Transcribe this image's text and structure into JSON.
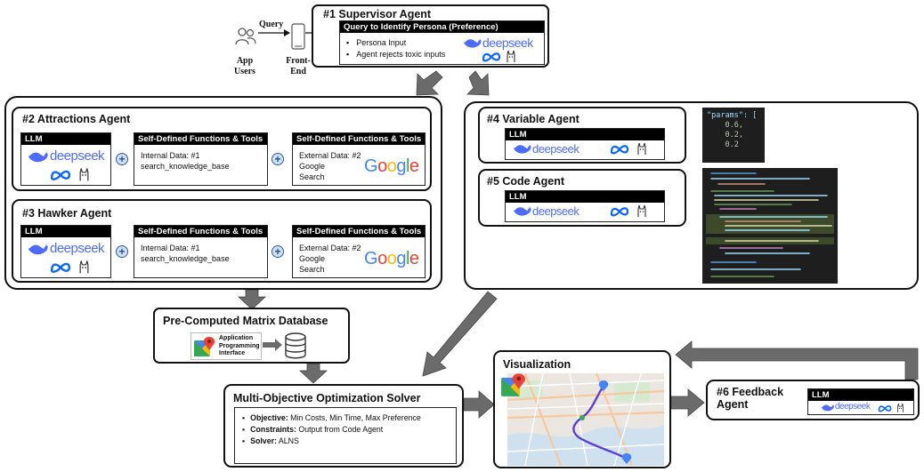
{
  "colors": {
    "deepseek": "#4d6bfe",
    "meta": "#0866ff",
    "arrow_gray": "#6b6b6b",
    "code_bg": "#1e1e1e"
  },
  "icons": [
    "users-icon",
    "phone-icon",
    "deepseek-icon",
    "meta-icon",
    "llama-icon",
    "google-maps-pin-icon",
    "database-icon"
  ],
  "front": {
    "app_users": [
      "App",
      "Users"
    ],
    "query_label": "Query",
    "front_end": [
      "Front-",
      "End"
    ]
  },
  "supervisor": {
    "title": "#1  Supervisor Agent",
    "header": "Query to Identify Persona (Preference)",
    "bullets": [
      "Persona Input",
      "Agent rejects toxic inputs"
    ],
    "logo_text": "deepseek"
  },
  "attractions": {
    "title": "#2 Attractions Agent",
    "llm_label": "LLM",
    "logo_text": "deepseek",
    "plus": "+",
    "tools1": {
      "header": "Self-Defined Functions & Tools",
      "lines": [
        "Internal Data: #1",
        "search_knowledge_base"
      ]
    },
    "tools2": {
      "header": "Self-Defined Functions & Tools",
      "lines": [
        "External Data: #2",
        "Google",
        "Search"
      ],
      "logo": "Google"
    }
  },
  "hawker": {
    "title": "#3 Hawker Agent",
    "llm_label": "LLM",
    "logo_text": "deepseek",
    "plus": "+",
    "tools1": {
      "header": "Self-Defined Functions & Tools",
      "lines": [
        "Internal Data: #1",
        "search_knowledge_base"
      ]
    },
    "tools2": {
      "header": "Self-Defined Functions & Tools",
      "lines": [
        "External Data: #2",
        "Google",
        "Search"
      ],
      "logo": "Google"
    }
  },
  "variable": {
    "title": "#4 Variable Agent",
    "llm_label": "LLM",
    "logo_text": "deepseek",
    "code": [
      "\"params\": [",
      "    0.6,",
      "    0.2,",
      "    0.2"
    ]
  },
  "codeagent": {
    "title": "#5 Code Agent",
    "llm_label": "LLM",
    "logo_text": "deepseek"
  },
  "matrix": {
    "title": "Pre-Computed Matrix Database",
    "api_lines": [
      "Application",
      "Programming",
      "Interface"
    ]
  },
  "solver": {
    "title": "Multi-Objective Optimization Solver",
    "items": [
      {
        "label": "Objective:",
        "text": " Min Costs, Min Time, Max Preference"
      },
      {
        "label": "Constraints:",
        "text": " Output from Code Agent"
      },
      {
        "label": "Solver:",
        "text": " ALNS"
      }
    ]
  },
  "viz": {
    "title": "Visualization"
  },
  "feedback": {
    "title": [
      "#6 Feedback",
      "Agent"
    ],
    "llm_label": "LLM",
    "logo_text": "deepseek"
  }
}
